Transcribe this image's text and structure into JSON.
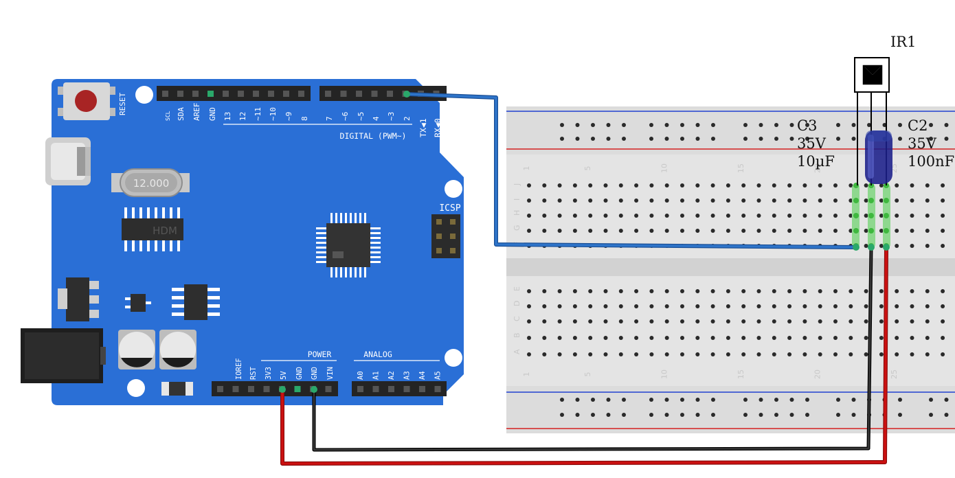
{
  "arduino": {
    "reset_label": "RESET",
    "crystal_label": "12.000",
    "icsp_label": "ICSP",
    "digital_label": "DIGITAL (PWM~)",
    "power_label": "POWER",
    "analog_label": "ANALOG",
    "tx_label": "TX◀1",
    "rx_label": "RX◀0",
    "digital_pins": [
      "SCL",
      "SDA",
      "AREF",
      "GND",
      "13",
      "12",
      "~11",
      "~10",
      "~9",
      "8",
      "7",
      "~6",
      "~5",
      "4",
      "~3",
      "2"
    ],
    "power_pins": [
      "IOREF",
      "RST",
      "3V3",
      "5V",
      "GND",
      "GND",
      "VIN"
    ],
    "analog_pins": [
      "A0",
      "A1",
      "A2",
      "A3",
      "A4",
      "A5"
    ]
  },
  "breadboard": {
    "row_letters_top": [
      "J",
      "I",
      "H",
      "G",
      "F"
    ],
    "row_letters_bottom": [
      "E",
      "D",
      "C",
      "B",
      "A"
    ],
    "column_numbers": [
      "1",
      "5",
      "10",
      "15",
      "20",
      "25"
    ]
  },
  "components": {
    "ir_receiver": {
      "name": "IR1"
    },
    "capacitor_c3": {
      "name": "C3",
      "voltage": "35V",
      "value": "10µF"
    },
    "capacitor_c2": {
      "name": "C2",
      "voltage": "35V",
      "value": "100nF"
    }
  },
  "wires": {
    "signal_color": "#2e74c9",
    "power_color": "#cc1111",
    "ground_color": "#111111"
  },
  "colors": {
    "board_blue": "#2a6fd6",
    "breadboard": "#e4e4e4",
    "rail_red": "#d42020",
    "rail_blue": "#2040d0",
    "connected_hole": "#5fcc5f"
  }
}
